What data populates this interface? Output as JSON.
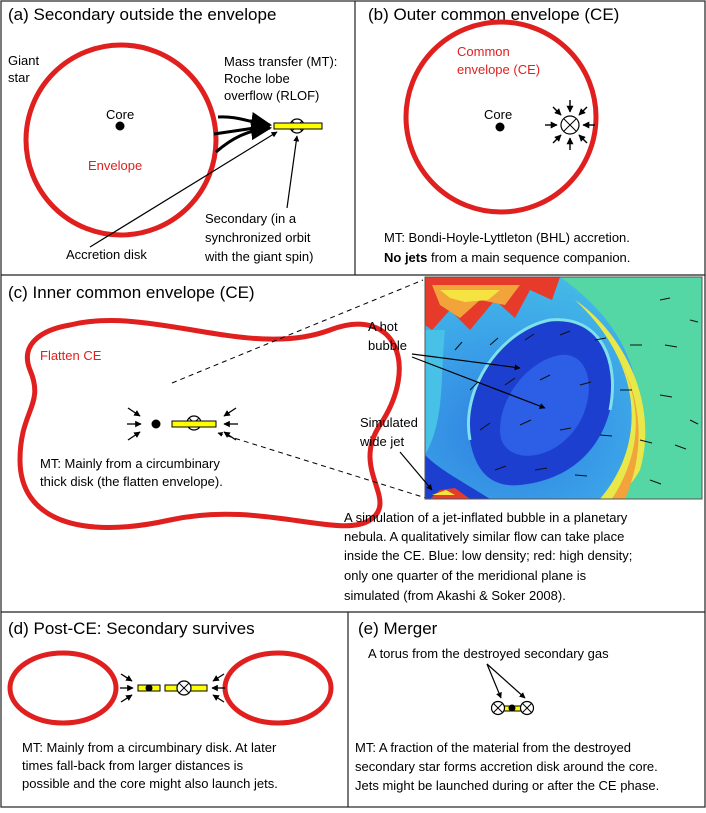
{
  "colors": {
    "envelope": "#e0201f",
    "disk": "#ffff00",
    "ink": "#000000"
  },
  "panel_a": {
    "title": "(a)  Secondary outside the envelope",
    "giant_line1": "Giant",
    "giant_line2": "star",
    "core": "Core",
    "envelope": "Envelope",
    "mt_line1": "Mass transfer (MT):",
    "mt_line2": "Roche lobe",
    "mt_line3": "overflow (RLOF)",
    "accretion_disk": "Accretion disk",
    "sec_line1": "Secondary (in a",
    "sec_line2": "synchronized orbit",
    "sec_line3": "with the giant spin)"
  },
  "panel_b": {
    "title": "(b)  Outer common envelope (CE)",
    "ce_line1": "Common",
    "ce_line2": "envelope (CE)",
    "core": "Core",
    "mt_line1": "MT: Bondi-Hoyle-Lyttleton (BHL) accretion.",
    "mt_bold": "No jets",
    "mt_line2_rest": " from a main sequence companion."
  },
  "panel_c": {
    "title": "(c)  Inner common envelope (CE)",
    "flatten": "Flatten CE",
    "mt_line1": "MT: Mainly from a circumbinary",
    "mt_line2": "thick disk (the flatten envelope).",
    "hot_line1": "A hot",
    "hot_line2": "bubble",
    "jet_line1": "Simulated",
    "jet_line2": "wide jet",
    "cap_line1": "A simulation of a jet-inflated bubble in a planetary",
    "cap_line2": "nebula. A qualitatively similar flow can take place",
    "cap_line3": "inside the CE. Blue: low density; red: high density;",
    "cap_line4": "only one quarter of the meridional plane is",
    "cap_line5": "simulated (from Akashi & Soker 2008)."
  },
  "panel_d": {
    "title": "(d)  Post-CE: Secondary survives",
    "mt_line1": "MT: Mainly from a circumbinary disk. At later",
    "mt_line2": "times fall-back from larger distances is",
    "mt_line3": "possible and the core might also launch jets."
  },
  "panel_e": {
    "title": "(e)  Merger",
    "torus": "A torus from the destroyed secondary gas",
    "mt_line1": "MT: A fraction of the material from the destroyed",
    "mt_line2": "secondary star forms accretion disk around the core.",
    "mt_line3": "Jets might be launched during or after the CE phase."
  }
}
